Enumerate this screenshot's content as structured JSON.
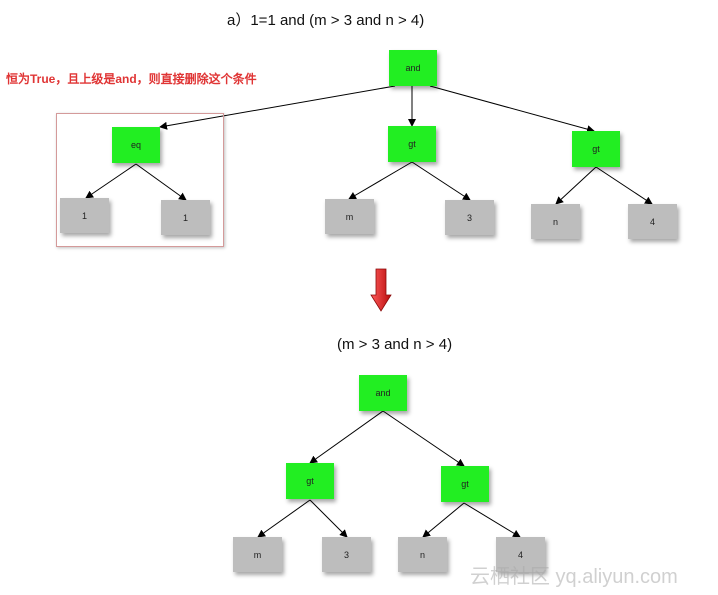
{
  "diagram_a": {
    "title": "a）1=1 and (m > 3 and n > 4)",
    "note": "恒为True，且上级是and，则直接删除这个条件",
    "root": "and",
    "eq_node": "eq",
    "eq_left": "1",
    "eq_right": "1",
    "gt1_node": "gt",
    "gt1_left": "m",
    "gt1_right": "3",
    "gt2_node": "gt",
    "gt2_left": "n",
    "gt2_right": "4"
  },
  "diagram_b": {
    "title": "(m > 3 and n > 4)",
    "root": "and",
    "gt1_node": "gt",
    "gt1_left": "m",
    "gt1_right": "3",
    "gt2_node": "gt",
    "gt2_left": "n",
    "gt2_right": "4"
  },
  "watermark": "云栖社区 yq.aliyun.com",
  "colors": {
    "operator_node": "#22ee22",
    "leaf_node": "#bdbdbd",
    "note_text": "#e03535",
    "arrow": "#cc1111"
  }
}
